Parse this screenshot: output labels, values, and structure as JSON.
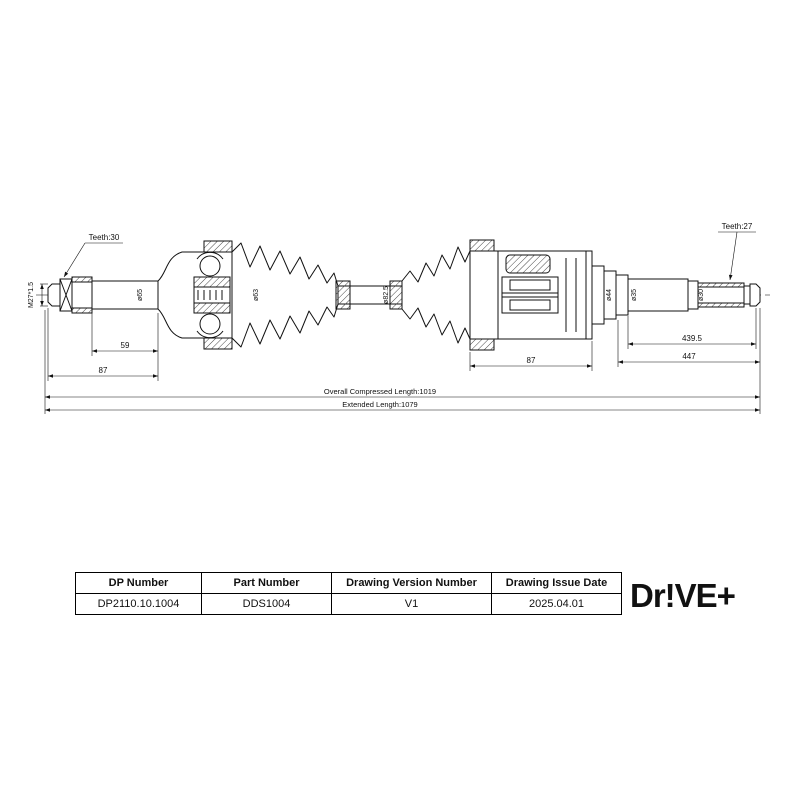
{
  "drawing": {
    "labels": {
      "teeth_left": "Teeth:30",
      "teeth_right": "Teeth:27",
      "thread": "M27*1.5",
      "dia_65": "ø65",
      "dia_63": "ø63",
      "dia_82_5": "ø82.5",
      "dia_44": "ø44",
      "dia_35": "ø35",
      "dia_30": "ø30",
      "dim_spline_len": "59",
      "dim_outer_len": "87",
      "dim_inner_len": "87",
      "dim_shaft_a": "439.5",
      "dim_shaft_b": "447",
      "overall_compressed": "Overall Compressed Length:1019",
      "extended": "Extended Length:1079"
    }
  },
  "title_block": {
    "columns": [
      {
        "header": "DP Number",
        "value": "DP2110.10.1004"
      },
      {
        "header": "Part Number",
        "value": "DDS1004"
      },
      {
        "header": "Drawing Version Number",
        "value": "V1"
      },
      {
        "header": "Drawing Issue Date",
        "value": "2025.04.01"
      }
    ],
    "logo_text": "Dr!VE+",
    "logo_color": "#e31e24"
  }
}
